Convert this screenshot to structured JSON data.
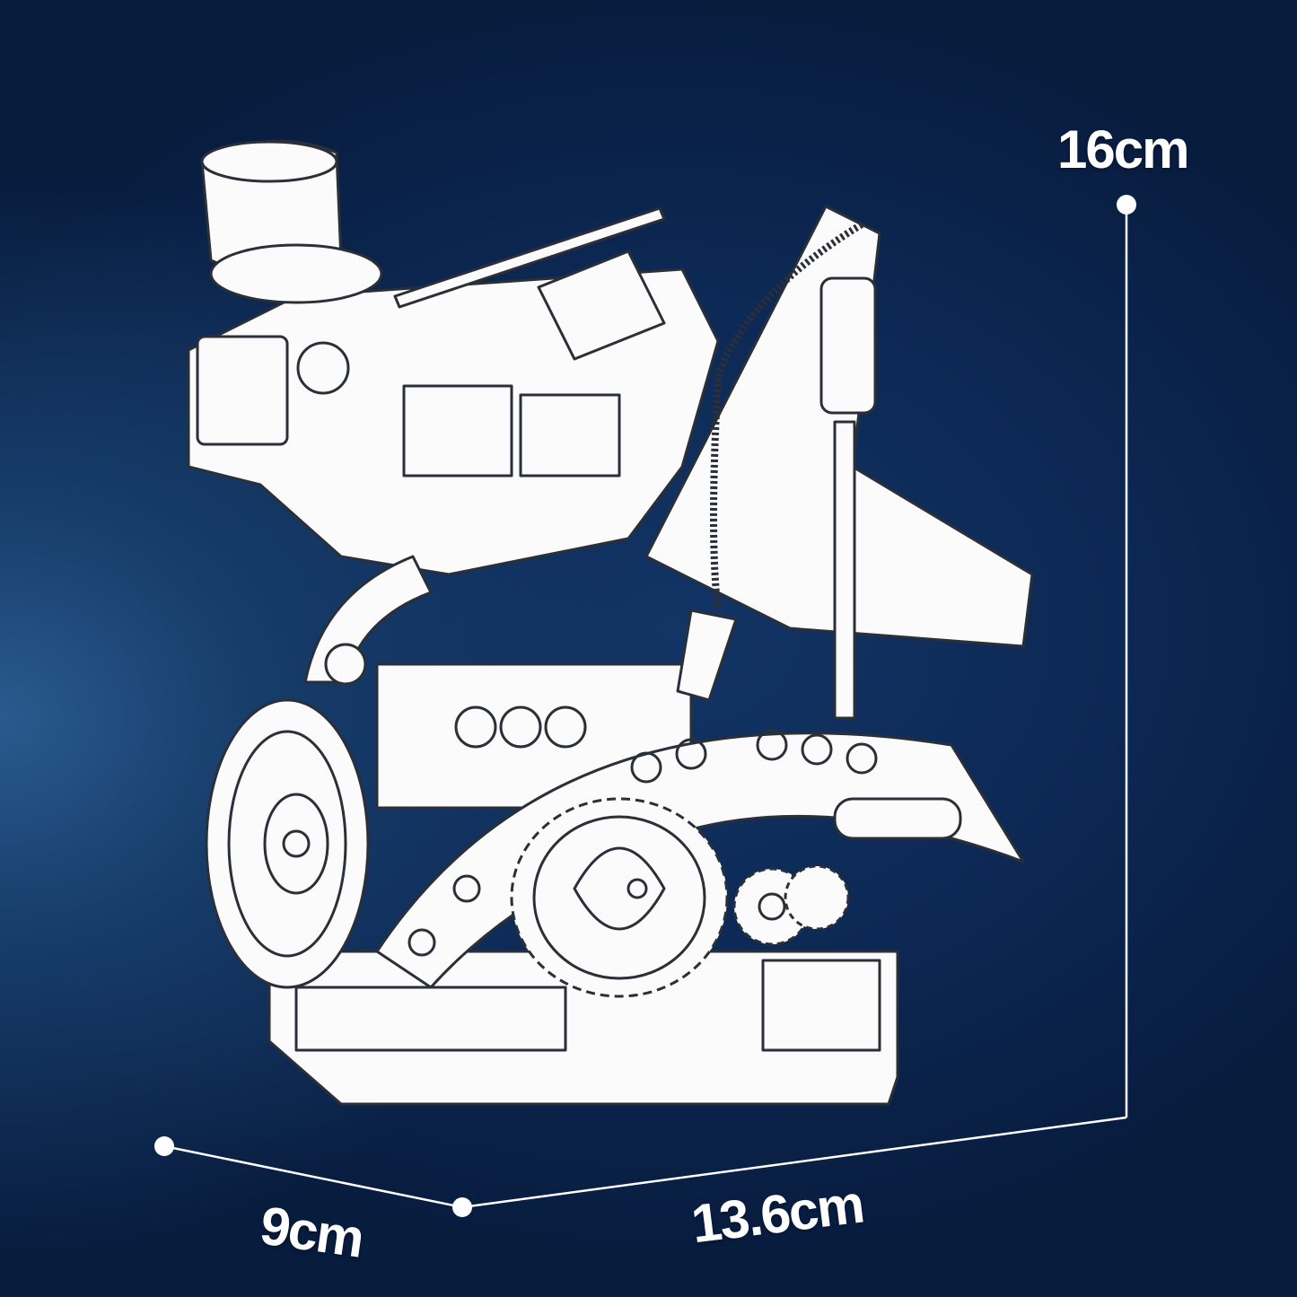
{
  "dimensions": {
    "height": "16cm",
    "width": "13.6cm",
    "depth": "9cm"
  },
  "colors": {
    "background": "#0c2752",
    "line": "#ffffff",
    "outline": "#2a2f38"
  }
}
